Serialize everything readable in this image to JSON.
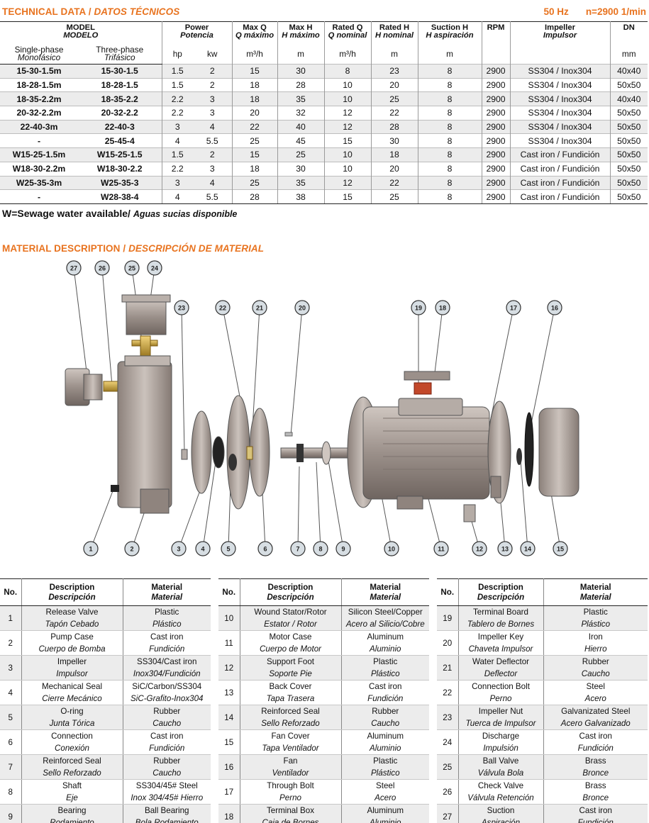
{
  "tech": {
    "title_en": "TECHNICAL DATA / ",
    "title_es": "DATOS TÉCNICOS",
    "freq": "50 Hz",
    "speed": "n=2900 1/min",
    "headers": {
      "model": "MODEL",
      "model_es": "MODELO",
      "power": "Power",
      "power_es": "Potencia",
      "maxq": "Max Q",
      "maxq_es": "Q máximo",
      "maxh": "Max H",
      "maxh_es": "H máximo",
      "ratedq": "Rated Q",
      "ratedq_es": "Q nominal",
      "ratedh": "Rated H",
      "ratedh_es": "H nominal",
      "suction": "Suction H",
      "suction_es": "H aspiración",
      "rpm": "RPM",
      "impeller": "Impeller",
      "impeller_es": "Impulsor",
      "dn": "DN",
      "single": "Single-phase",
      "single_es": "Monofásico",
      "three": "Three-phase",
      "three_es": "Trifásico",
      "hp": "hp",
      "kw": "kw",
      "m3h": "m³/h",
      "m": "m",
      "mm": "mm"
    },
    "rows": [
      [
        "15-30-1.5m",
        "15-30-1.5",
        "1.5",
        "2",
        "15",
        "30",
        "8",
        "23",
        "8",
        "2900",
        "SS304 / Inox304",
        "40x40"
      ],
      [
        "18-28-1.5m",
        "18-28-1.5",
        "1.5",
        "2",
        "18",
        "28",
        "10",
        "20",
        "8",
        "2900",
        "SS304 / Inox304",
        "50x50"
      ],
      [
        "18-35-2.2m",
        "18-35-2.2",
        "2.2",
        "3",
        "18",
        "35",
        "10",
        "25",
        "8",
        "2900",
        "SS304 / Inox304",
        "40x40"
      ],
      [
        "20-32-2.2m",
        "20-32-2.2",
        "2.2",
        "3",
        "20",
        "32",
        "12",
        "22",
        "8",
        "2900",
        "SS304 / Inox304",
        "50x50"
      ],
      [
        "22-40-3m",
        "22-40-3",
        "3",
        "4",
        "22",
        "40",
        "12",
        "28",
        "8",
        "2900",
        "SS304 / Inox304",
        "50x50"
      ],
      [
        "-",
        "25-45-4",
        "4",
        "5.5",
        "25",
        "45",
        "15",
        "30",
        "8",
        "2900",
        "SS304 / Inox304",
        "50x50"
      ],
      [
        "W15-25-1.5m",
        "W15-25-1.5",
        "1.5",
        "2",
        "15",
        "25",
        "10",
        "18",
        "8",
        "2900",
        "Cast iron / Fundición",
        "50x50"
      ],
      [
        "W18-30-2.2m",
        "W18-30-2.2",
        "2.2",
        "3",
        "18",
        "30",
        "10",
        "20",
        "8",
        "2900",
        "Cast iron / Fundición",
        "50x50"
      ],
      [
        "W25-35-3m",
        "W25-35-3",
        "3",
        "4",
        "25",
        "35",
        "12",
        "22",
        "8",
        "2900",
        "Cast iron / Fundición",
        "50x50"
      ],
      [
        "-",
        "W28-38-4",
        "4",
        "5.5",
        "28",
        "38",
        "15",
        "25",
        "8",
        "2900",
        "Cast iron / Fundición",
        "50x50"
      ]
    ],
    "note": "W=Sewage water available/ ",
    "note_es": "Aguas sucias disponible"
  },
  "material": {
    "title_en": "MATERIAL DESCRIPTION / ",
    "title_es": "DESCRIPCIÓN DE MATERIAL",
    "callouts_top": [
      "27",
      "26",
      "25",
      "24",
      "23",
      "22",
      "21",
      "20",
      "19",
      "18",
      "17",
      "16"
    ],
    "callouts_bottom": [
      "1",
      "2",
      "3",
      "4",
      "5",
      "6",
      "7",
      "8",
      "9",
      "10",
      "11",
      "12",
      "13",
      "14",
      "15"
    ],
    "headers": {
      "no": "No.",
      "desc": "Description",
      "desc_es": "Descripción",
      "mat": "Material",
      "mat_es": "Material"
    },
    "items": [
      [
        "1",
        "Release Valve",
        "Tapón Cebado",
        "Plastic",
        "Plástico"
      ],
      [
        "2",
        "Pump Case",
        "Cuerpo de Bomba",
        "Cast iron",
        "Fundición"
      ],
      [
        "3",
        "Impeller",
        "Impulsor",
        "SS304/Cast iron",
        "Inox304/Fundición"
      ],
      [
        "4",
        "Mechanical Seal",
        "Cierre Mecánico",
        "SiC/Carbon/SS304",
        "SiC-Grafito-Inox304"
      ],
      [
        "5",
        "O-ring",
        "Junta Tórica",
        "Rubber",
        "Caucho"
      ],
      [
        "6",
        "Connection",
        "Conexión",
        "Cast iron",
        "Fundición"
      ],
      [
        "7",
        "Reinforced Seal",
        "Sello Reforzado",
        "Rubber",
        "Caucho"
      ],
      [
        "8",
        "Shaft",
        "Eje",
        "SS304/45# Steel",
        "Inox 304/45# Hierro"
      ],
      [
        "9",
        "Bearing",
        "Rodamiento",
        "Ball Bearing",
        "Bola Rodamiento"
      ],
      [
        "10",
        "Wound Stator/Rotor",
        "Estator / Rotor",
        "Silicon Steel/Copper",
        "Acero al Silicio/Cobre"
      ],
      [
        "11",
        "Motor Case",
        "Cuerpo de Motor",
        "Aluminum",
        "Aluminio"
      ],
      [
        "12",
        "Support Foot",
        "Soporte Pie",
        "Plastic",
        "Plástico"
      ],
      [
        "13",
        "Back Cover",
        "Tapa Trasera",
        "Cast iron",
        "Fundición"
      ],
      [
        "14",
        "Reinforced Seal",
        "Sello Reforzado",
        "Rubber",
        "Caucho"
      ],
      [
        "15",
        "Fan Cover",
        "Tapa Ventilador",
        "Aluminum",
        "Aluminio"
      ],
      [
        "16",
        "Fan",
        "Ventilador",
        "Plastic",
        "Plástico"
      ],
      [
        "17",
        "Through Bolt",
        "Perno",
        "Steel",
        "Acero"
      ],
      [
        "18",
        "Terminal Box",
        "Caja de Bornes",
        "Aluminum",
        "Aluminio"
      ],
      [
        "19",
        "Terminal Board",
        "Tablero de Bornes",
        "Plastic",
        "Plástico"
      ],
      [
        "20",
        "Impeller Key",
        "Chaveta Impulsor",
        "Iron",
        "Hierro"
      ],
      [
        "21",
        "Water Deflector",
        "Deflector",
        "Rubber",
        "Caucho"
      ],
      [
        "22",
        "Connection Bolt",
        "Perno",
        "Steel",
        "Acero"
      ],
      [
        "23",
        "Impeller Nut",
        "Tuerca de Impulsor",
        "Galvanizated Steel",
        "Acero Galvanizado"
      ],
      [
        "24",
        "Discharge",
        "Impulsión",
        "Cast iron",
        "Fundición"
      ],
      [
        "25",
        "Ball Valve",
        "Válvula Bola",
        "Brass",
        "Bronce"
      ],
      [
        "26",
        "Check Valve",
        "Válvula Retención",
        "Brass",
        "Bronce"
      ],
      [
        "27",
        "Suction",
        "Aspiración",
        "Cast iron",
        "Fundición"
      ]
    ]
  }
}
